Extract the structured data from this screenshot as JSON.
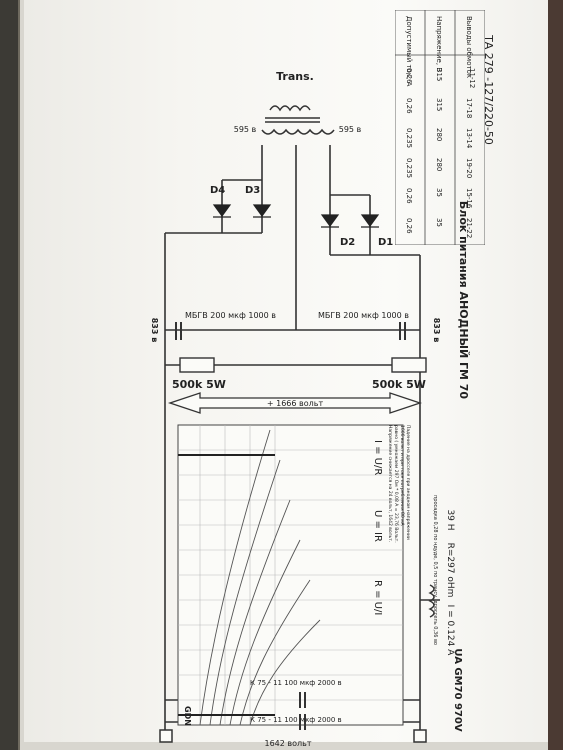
{
  "document": {
    "title": "Блок питания АНОДНЫЙ ГМ 70",
    "transformer": {
      "model": "ТА 279 -127/220-50",
      "label": "Trans.",
      "winding_left": "595 в",
      "winding_right": "595 в"
    },
    "winding_table": {
      "headers": [
        "Выводы обмоток",
        "Напряжение, В",
        "Допустимый ток, А"
      ],
      "rows": [
        [
          "11-12",
          "315",
          "0,26"
        ],
        [
          "17-18",
          "315",
          "0,26"
        ],
        [
          "13-14",
          "280",
          "0,235"
        ],
        [
          "19-20",
          "280",
          "0,235"
        ],
        [
          "15-16",
          "35",
          "0,26"
        ],
        [
          "21-22",
          "35",
          "0,26"
        ]
      ]
    },
    "diodes": [
      "D1",
      "D2",
      "D3",
      "D4"
    ],
    "capacitors": {
      "top": "МБГВ 200 мкф 1000 в",
      "bottom": "МБГВ 200 мкф 1000 в",
      "filter_1": "К 75 - 11  100 мкф 2000 в",
      "filter_2": "К 75 - 11  100 мкф 2000 в"
    },
    "voltages": {
      "half_top": "833 в",
      "half_bottom": "833 в",
      "total": "+ 1666 вольт",
      "output": "1642 вольт"
    },
    "resistors": {
      "top": "500k 5W",
      "bottom": "500k 5W"
    },
    "choke": {
      "inductance": "39 H",
      "resistance": "R=297 oHm",
      "current": "I = 0.124 A",
      "note": "просадка 0,28 по ндуде, 0,5 по трансу, дроссель 0,36 во"
    },
    "formulas": {
      "ohm_current": "I = U/R",
      "ohm_voltage": "U = IR",
      "ohm_resistance": "R = U/I"
    },
    "notes": [
      "Падение на дросселе при анодном напряжении",
      "1666 вольт и при токе потребления 80 мА",
      "равно ( умножаем 297 Ом * 0,08 А = 23,76 Вольт.",
      "Напряжение снижается на 24 вольт, 1642 вольт."
    ],
    "output": {
      "tube": "UA GM70 970V",
      "ground": "GDN"
    }
  }
}
